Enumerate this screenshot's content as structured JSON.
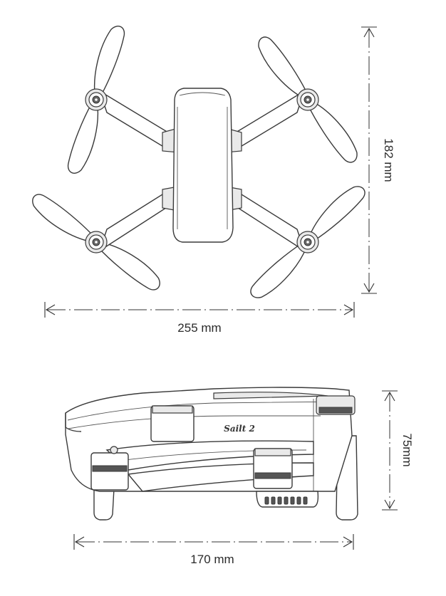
{
  "top_view": {
    "width_label": "255 mm",
    "length_label": "182 mm"
  },
  "side_view": {
    "length_label": "170 mm",
    "height_label": "75mm",
    "brand_mark": "Sailt 2"
  }
}
